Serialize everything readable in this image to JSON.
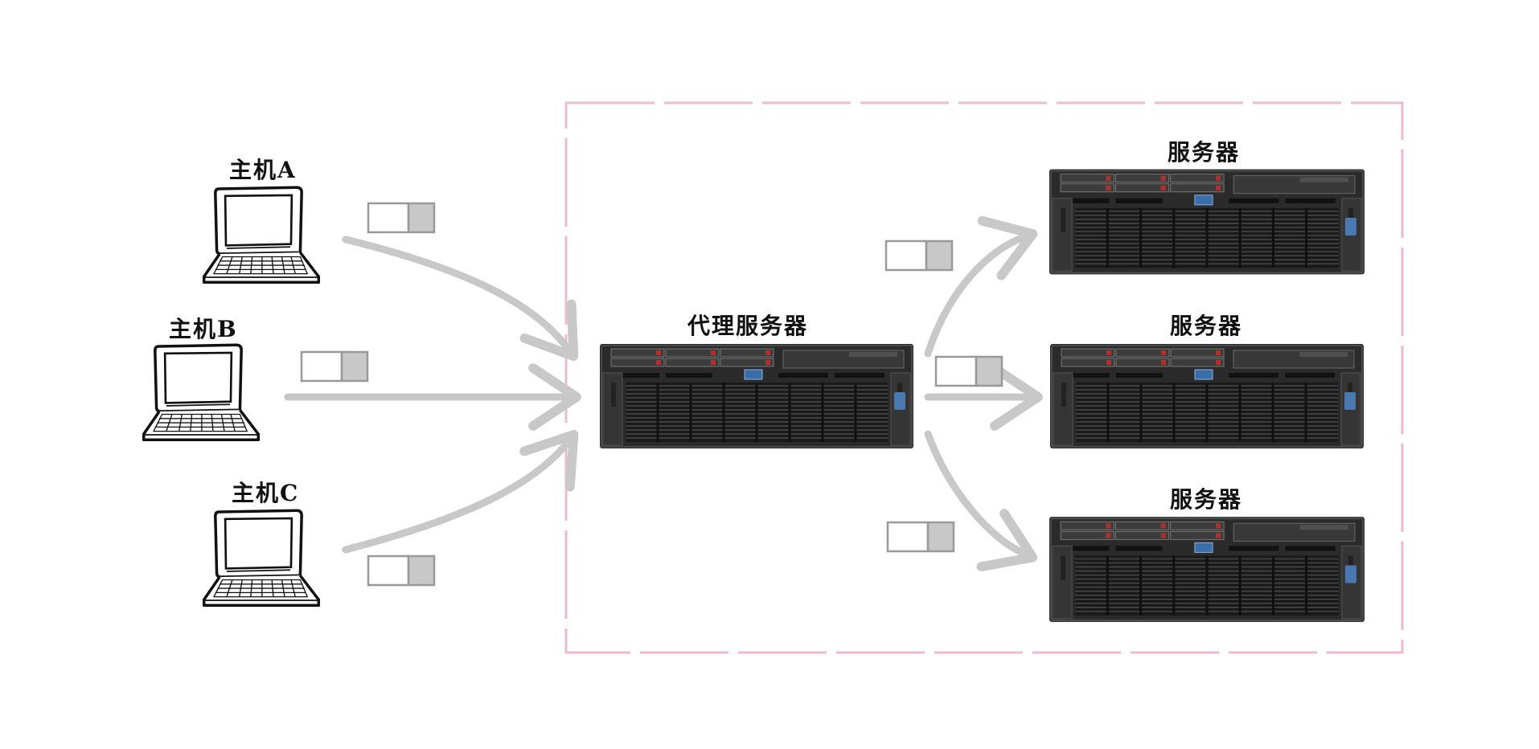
{
  "labels": {
    "host_a": "主机A",
    "host_b": "主机B",
    "host_c": "主机C",
    "proxy": "代理服务器",
    "server_1": "服务器",
    "server_2": "服务器",
    "server_3": "服务器"
  },
  "colors": {
    "boundary": "#f2b8cc",
    "arrow": "#c8c8c8",
    "packet_border": "#999999",
    "packet_fill": "#c8c8c8",
    "server_body": "#2b2b2b",
    "drive_led": "#b03030",
    "status_led": "#3a6ea8"
  },
  "icons": {
    "host": "laptop-icon",
    "server": "rack-server-icon",
    "packet": "data-packet-icon"
  }
}
